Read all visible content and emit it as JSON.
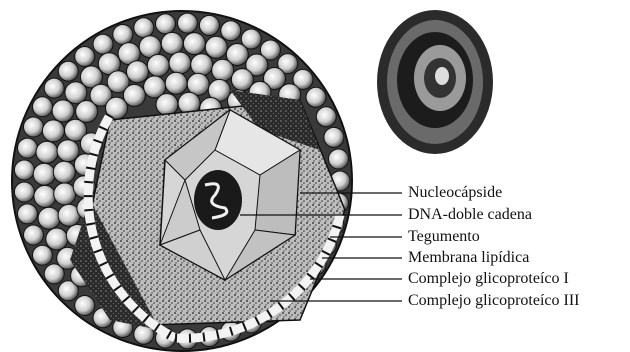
{
  "labels": {
    "nucleocapside": "Nucleocápside",
    "dna": "DNA-doble cadena",
    "tegumento": "Tegumento",
    "membrana": "Membrana lipídica",
    "complejo_1": "Complejo glicoproteíco I",
    "complejo_3": "Complejo glicoproteíco III"
  },
  "colors": {
    "outline": "#111111",
    "light_fill": "#e8e8e8",
    "dark_fill": "#1a1a1a",
    "capsid_fill": "#cfcfcf"
  }
}
